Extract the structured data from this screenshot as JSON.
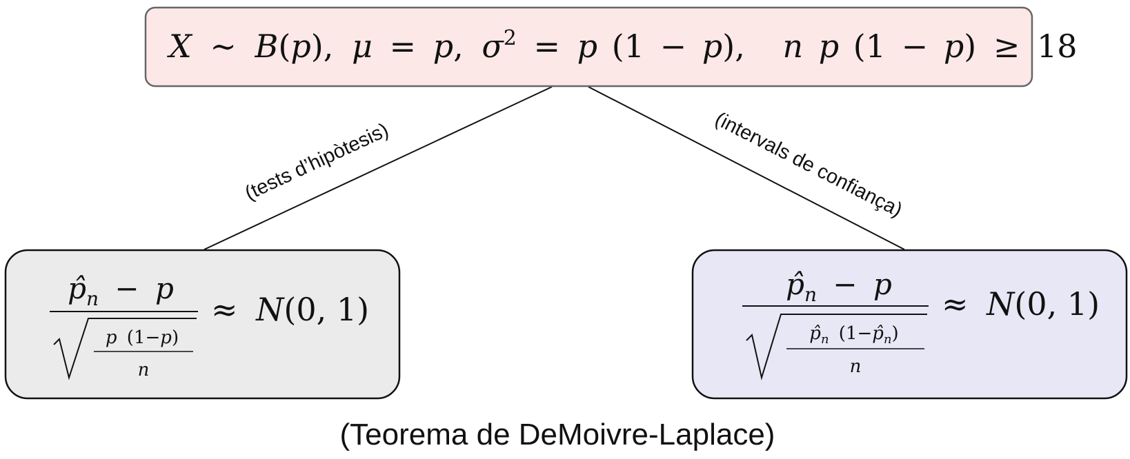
{
  "top_node": {
    "fill": "#fde8e8",
    "stroke": "#666666",
    "formula": {
      "X": "X",
      "sim": "∼",
      "B": "B",
      "p": "p",
      "lparen": "(",
      "rparen": ")",
      "comma": ",",
      "mu": "μ",
      "eq": "=",
      "sigma": "σ",
      "two": "2",
      "one": "1",
      "minus": "−",
      "n": "n",
      "geq": "≥",
      "eighteen": "18"
    }
  },
  "edges": {
    "left_label": "(tests d’hipòtesis)",
    "right_label": "(intervals de confiança)"
  },
  "left_node": {
    "fill": "#ebebeb",
    "stroke": "#111111",
    "formula": {
      "p_hat": "p̂",
      "n_sub": "n",
      "minus": "−",
      "p": "p",
      "one": "1",
      "lparen": "(",
      "rparen": ")",
      "n": "n",
      "approx": "≈",
      "N": "N",
      "args": "(0, 1)"
    }
  },
  "right_node": {
    "fill": "#e7e7f5",
    "stroke": "#111111",
    "formula": {
      "p_hat": "p̂",
      "n_sub": "n",
      "minus": "−",
      "p": "p",
      "one": "1",
      "lparen": "(",
      "rparen": ")",
      "n": "n",
      "approx": "≈",
      "N": "N",
      "args": "(0, 1)"
    }
  },
  "caption": "(Teorema de DeMoivre-Laplace)"
}
